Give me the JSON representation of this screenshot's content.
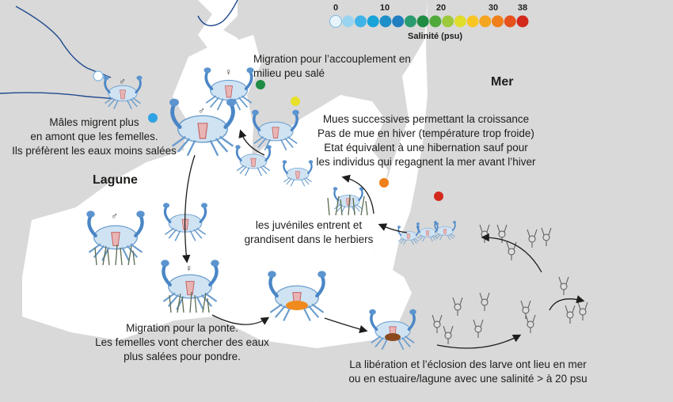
{
  "salinity_scale": {
    "ticks": [
      "0",
      "10",
      "20",
      "30",
      "38"
    ],
    "label": "Salinité (psu)",
    "colors": [
      "#e8f4fb",
      "#9ad4f0",
      "#3fb3e8",
      "#1aa3d9",
      "#1e8fc8",
      "#1f7fbf",
      "#2a9c6f",
      "#1e8c43",
      "#4faa3a",
      "#9bc93b",
      "#e0dd2b",
      "#f7c623",
      "#f4a51f",
      "#ef7f1a",
      "#e6521b",
      "#d22a1d"
    ]
  },
  "regions": {
    "sea": "Mer",
    "lagoon": "Lagune"
  },
  "sex_symbols": {
    "male": "♂",
    "female": "♀"
  },
  "texts": {
    "migration_mating": "Migration pour l’accouplement en\nmilieu peu salé",
    "males_upstream": "Mâles migrent plus\nen amont que les femelles.\nIls préfèrent les eaux moins salées",
    "molts": "Mues successives permettant la croissance\nPas de mue en hiver (température trop froide)\nEtat équivalent à une hibernation sauf pour\nles individus qui  regagnent la mer avant l’hiver",
    "juveniles": "les juvéniles entrent et\ngrandisent dans le herbiers",
    "spawning": "Migration pour la ponte.\nLes femelles vont chercher des eaux\nplus salées pour pondre.",
    "larvae": "La libération et l’éclosion des larve ont lieu en mer\nou en estuaire/lagune avec une salinité > à 20 psu"
  }
}
